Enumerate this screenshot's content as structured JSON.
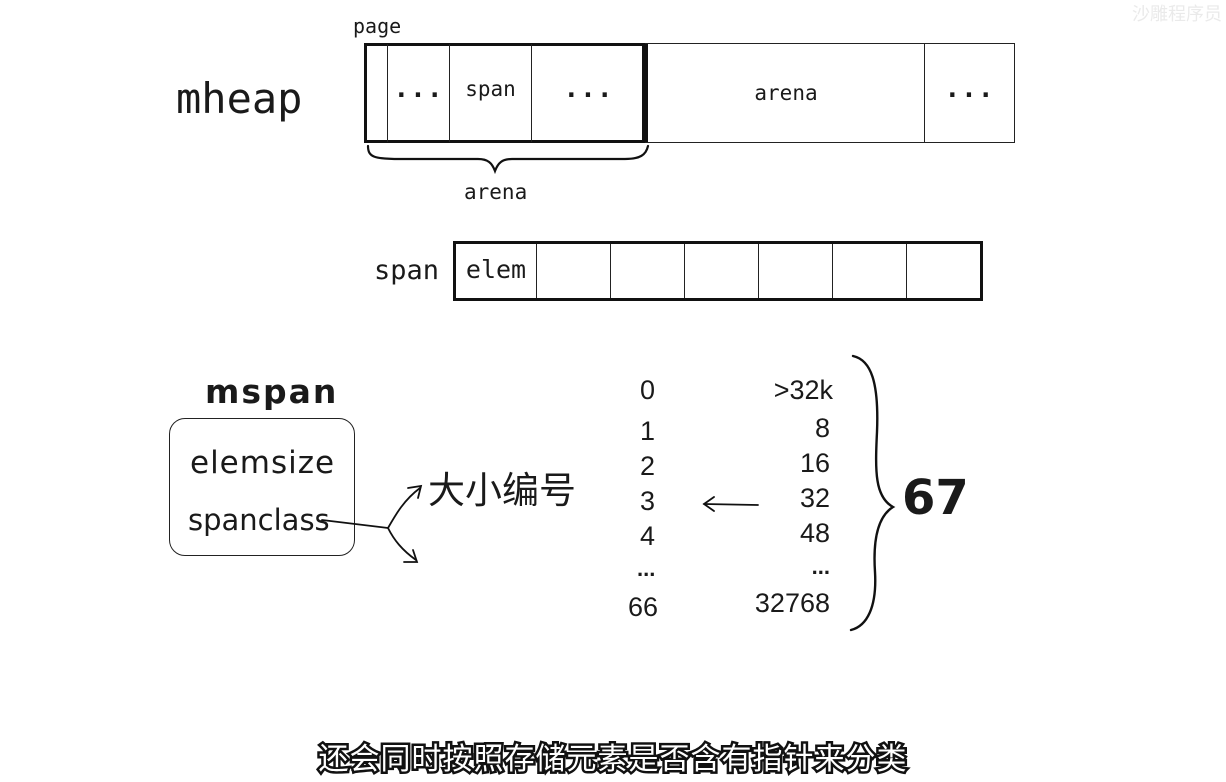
{
  "top_left_mark": "沙雕程序员",
  "mheap": {
    "title": "mheap",
    "page_label": "page",
    "cells": [
      "...",
      "span",
      "...",
      "arena",
      "..."
    ],
    "brace_label": "arena"
  },
  "span_row": {
    "title": "span",
    "first_cell": "elem"
  },
  "mspan": {
    "title": "mspan",
    "fields": [
      "elemsize",
      "spanclass"
    ],
    "arrow_label": "大小编号"
  },
  "size_classes": {
    "ids": [
      "0",
      "1",
      "2",
      "3",
      "4",
      "...",
      "66"
    ],
    "sizes": [
      ">32k",
      "8",
      "16",
      "32",
      "48",
      "...",
      "32768"
    ],
    "total": "67"
  },
  "subtitle": "还会同时按照存储元素是否含有指针来分类"
}
